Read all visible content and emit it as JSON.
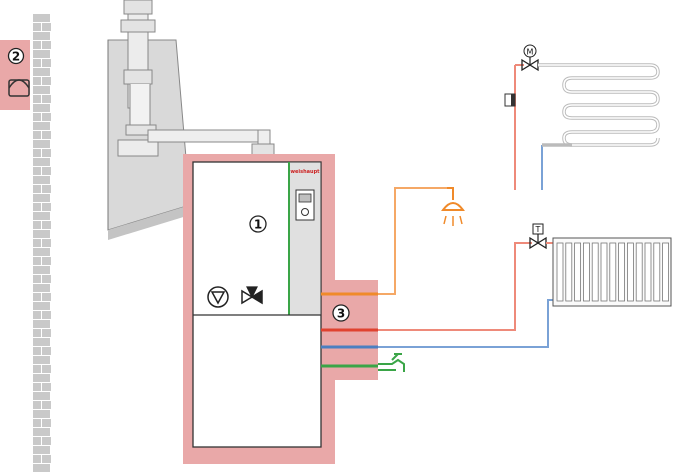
{
  "brand": "weishaupt",
  "callouts": {
    "unit": "1",
    "pipes": "3",
    "sensor": "2"
  },
  "symbols": {
    "motor_valve": "M",
    "thermostat_valve": "T"
  },
  "colors": {
    "wall_block": "#e9a8a8",
    "brick": "#c9c9c9",
    "chimney": "#d9d9d9",
    "flow": "#e0422f",
    "return": "#4a7fc1",
    "dhw": "#f08a2a",
    "cold": "#3aa547",
    "unit_line": "#333333"
  },
  "icons": [
    "pump-icon",
    "three-way-valve-icon",
    "shower-icon",
    "faucet-icon",
    "motor-valve-icon",
    "thermostat-valve-icon",
    "radiator-icon",
    "underfloor-heating-icon",
    "outdoor-sensor-icon",
    "control-display-icon"
  ]
}
